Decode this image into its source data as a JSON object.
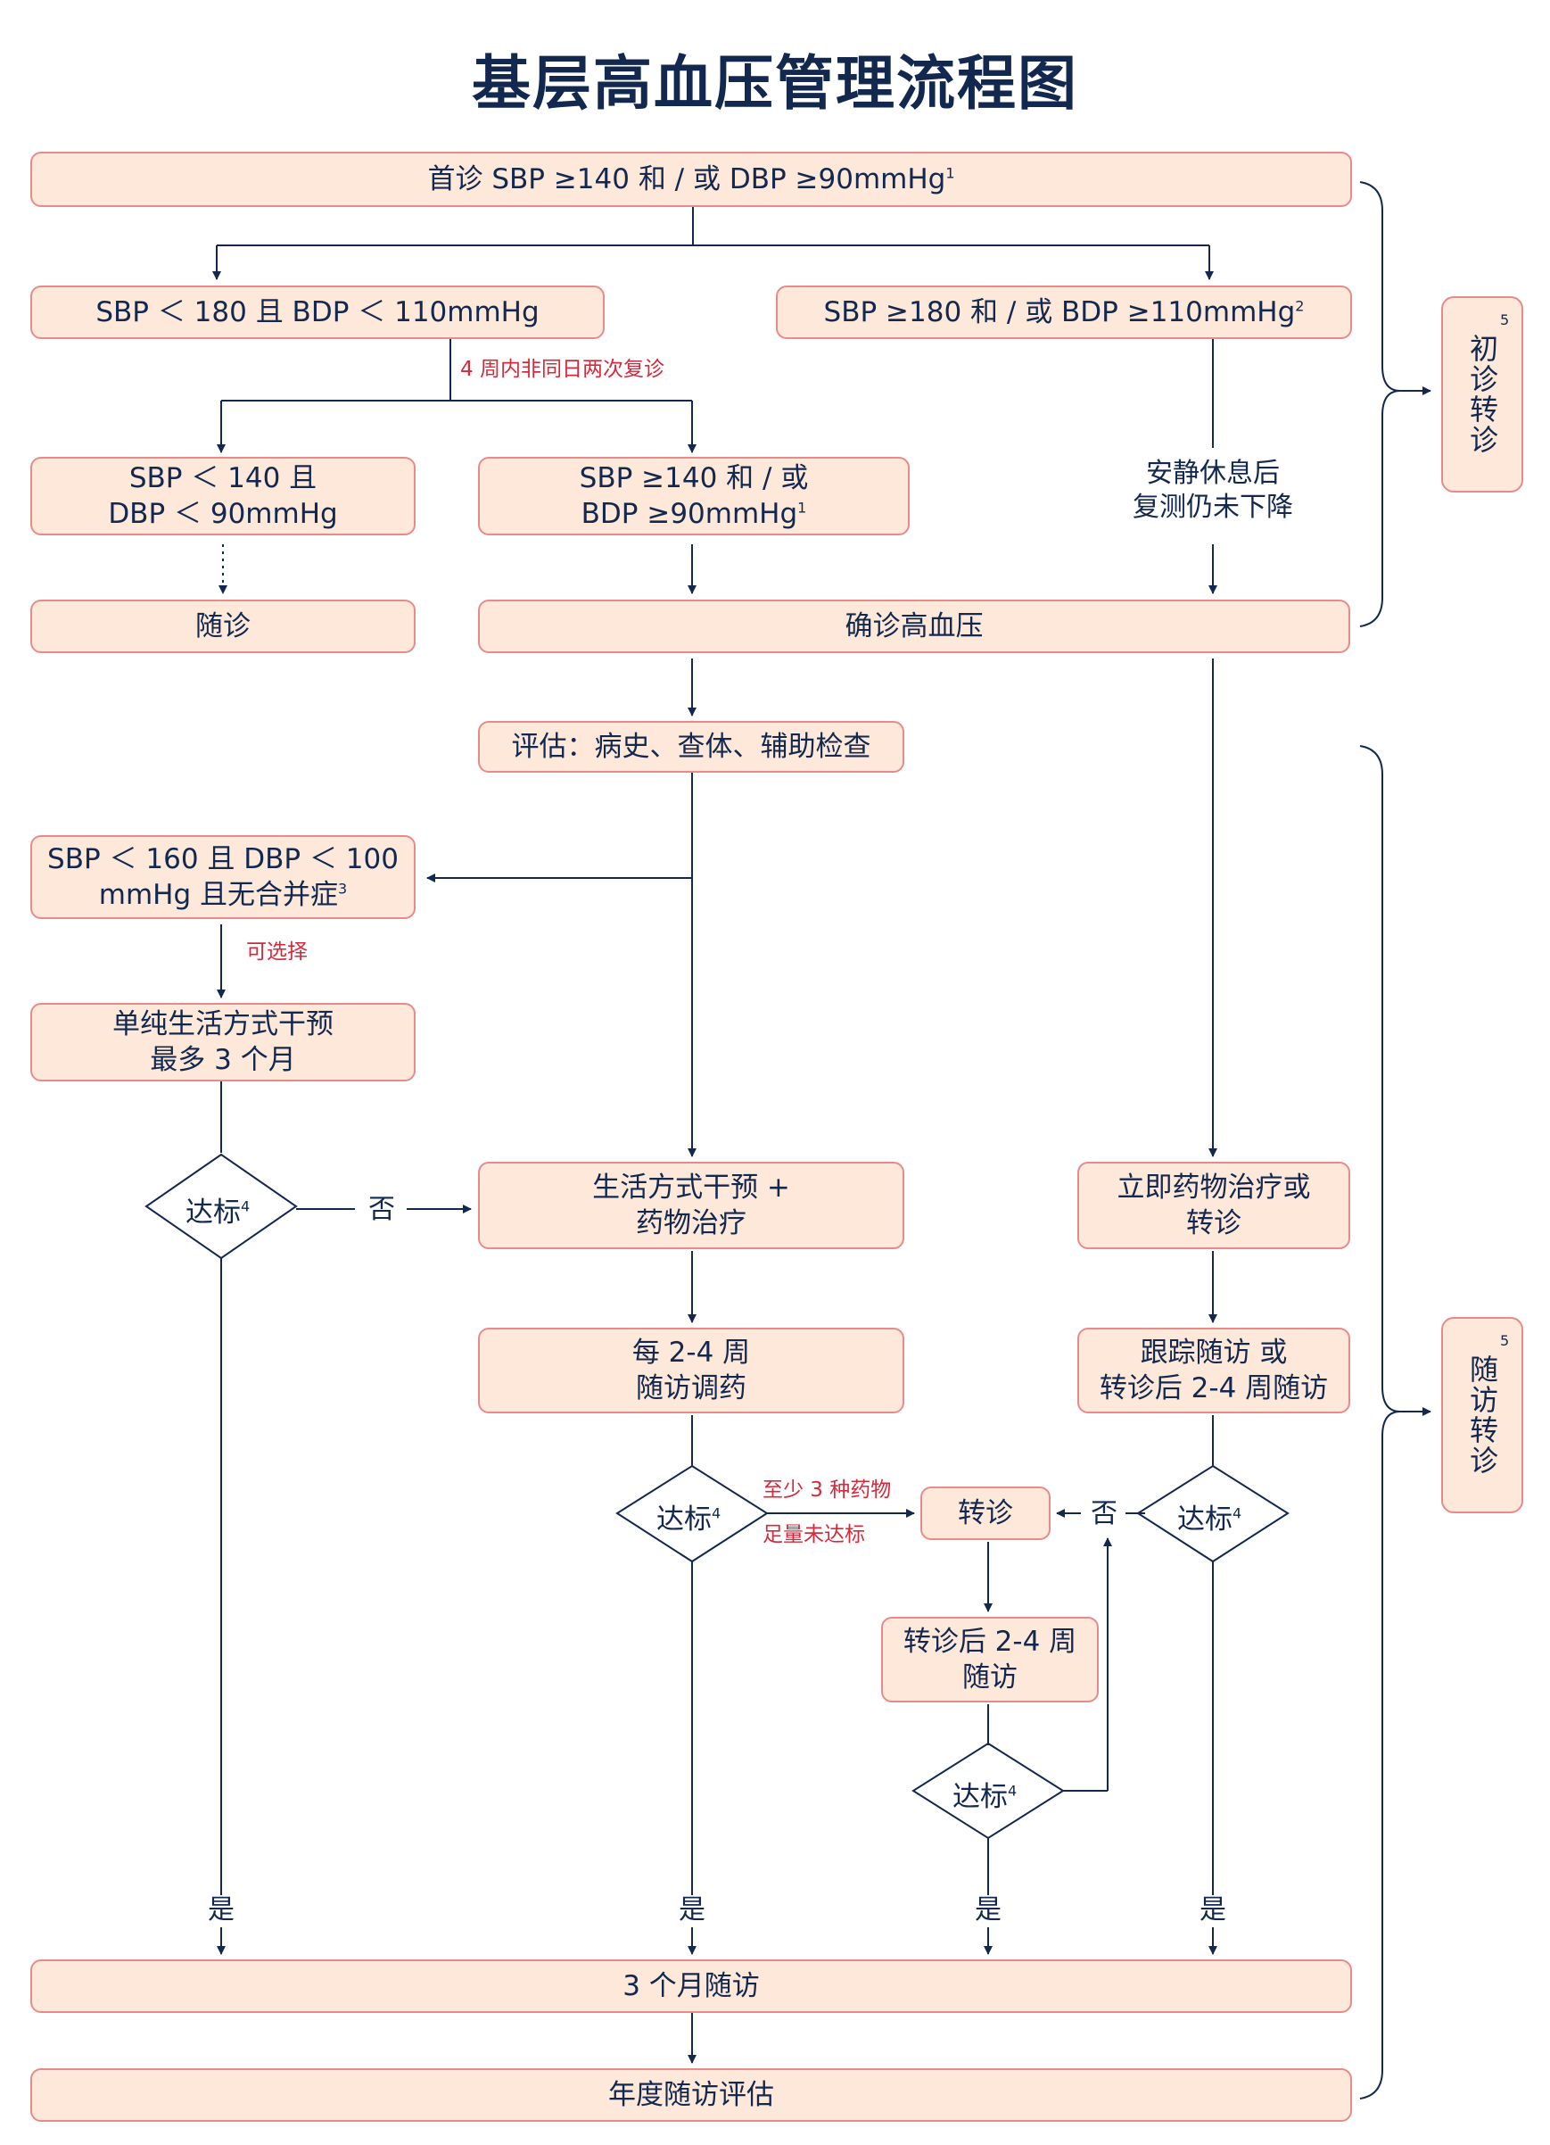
{
  "title": "基层高血压管理流程图",
  "boxes": {
    "first_visit": "首诊 SBP ≥140 和 / 或 DBP ≥90mmHg",
    "first_visit_sup": "1",
    "low_branch": "SBP ＜ 180 且 BDP ＜ 110mmHg",
    "high_branch": "SBP ≥180 和 / 或 BDP ≥110mmHg",
    "high_branch_sup": "2",
    "normal_l1": "SBP ＜ 140 且",
    "normal_l2": "DBP ＜ 90mmHg",
    "elevated_l1": "SBP ≥140 和 / 或",
    "elevated_l2": "BDP ≥90mmHg",
    "elevated_sup": "1",
    "followup": "随诊",
    "confirmed": "确诊高血压",
    "assessment": "评估：病史、查体、辅助检查",
    "mild_l1": "SBP ＜ 160 且 DBP ＜ 100",
    "mild_l2": "mmHg 且无合并症",
    "mild_sup": "3",
    "lifestyle_l1": "单纯生活方式干预",
    "lifestyle_l2": "最多 3 个月",
    "lifestyle_drug_l1": "生活方式干预 +",
    "lifestyle_drug_l2": "药物治疗",
    "immediate_l1": "立即药物治疗或",
    "immediate_l2": "转诊",
    "every_l1": "每 2-4 周",
    "every_l2": "随访调药",
    "track_l1": "跟踪随访 或",
    "track_l2": "转诊后 2-4 周随访",
    "referral": "转诊",
    "after_ref_l1": "转诊后 2-4 周",
    "after_ref_l2": "随访",
    "three_month": "3 个月随访",
    "annual": "年度随访评估"
  },
  "side": {
    "initial_referral": "初诊转诊",
    "followup_referral": "随访转诊",
    "sup": "5"
  },
  "labels": {
    "resting_l1": "安静休息后",
    "resting_l2": "复测仍未下降",
    "twice_recheck": "4 周内非同日两次复诊",
    "optional": "可选择",
    "at_least": "至少 3 种药物",
    "full_dose": "足量未达标",
    "no": "否",
    "yes": "是",
    "target": "达标",
    "target_sup": "4"
  },
  "colors": {
    "box_fill": "#fde8d9",
    "box_border": "#e88a8a",
    "line": "#13284f",
    "red_text": "#d6293b"
  }
}
